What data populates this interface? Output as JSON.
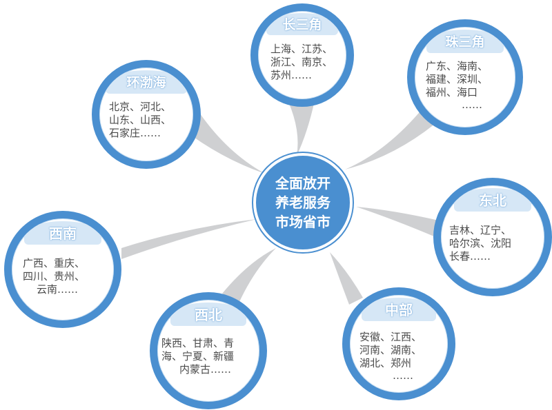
{
  "colors": {
    "ring": "#4a8fd0",
    "banner": "#d6e7f6",
    "connector": "#cfd0d2",
    "text": "#4a4a4a"
  },
  "center": {
    "lines": [
      "全面放开",
      "养老服务",
      "市场省市"
    ]
  },
  "regions": [
    {
      "name": "环渤海",
      "cities": [
        "北京、河北、",
        "山东、山西、",
        "石家庄……"
      ]
    },
    {
      "name": "长三角",
      "cities": [
        "上海、江苏、",
        "浙江、南京、",
        "苏州……"
      ]
    },
    {
      "name": "珠三角",
      "cities": [
        "广东、海南、",
        "福建、深圳、",
        "福州、海口",
        "……"
      ]
    },
    {
      "name": "东北",
      "cities": [
        "吉林、辽宁、",
        "哈尔滨、沈阳",
        "长春……"
      ]
    },
    {
      "name": "中部",
      "cities": [
        "安徽、江西、",
        "河南、湖南、",
        "湖北、郑州",
        "……"
      ]
    },
    {
      "name": "西北",
      "cities": [
        "陕西、甘肃、青",
        "海、宁夏、新疆",
        "内蒙古……"
      ]
    },
    {
      "name": "西南",
      "cities": [
        "广西、重庆、",
        "四川、贵州、",
        "云南……"
      ]
    }
  ]
}
